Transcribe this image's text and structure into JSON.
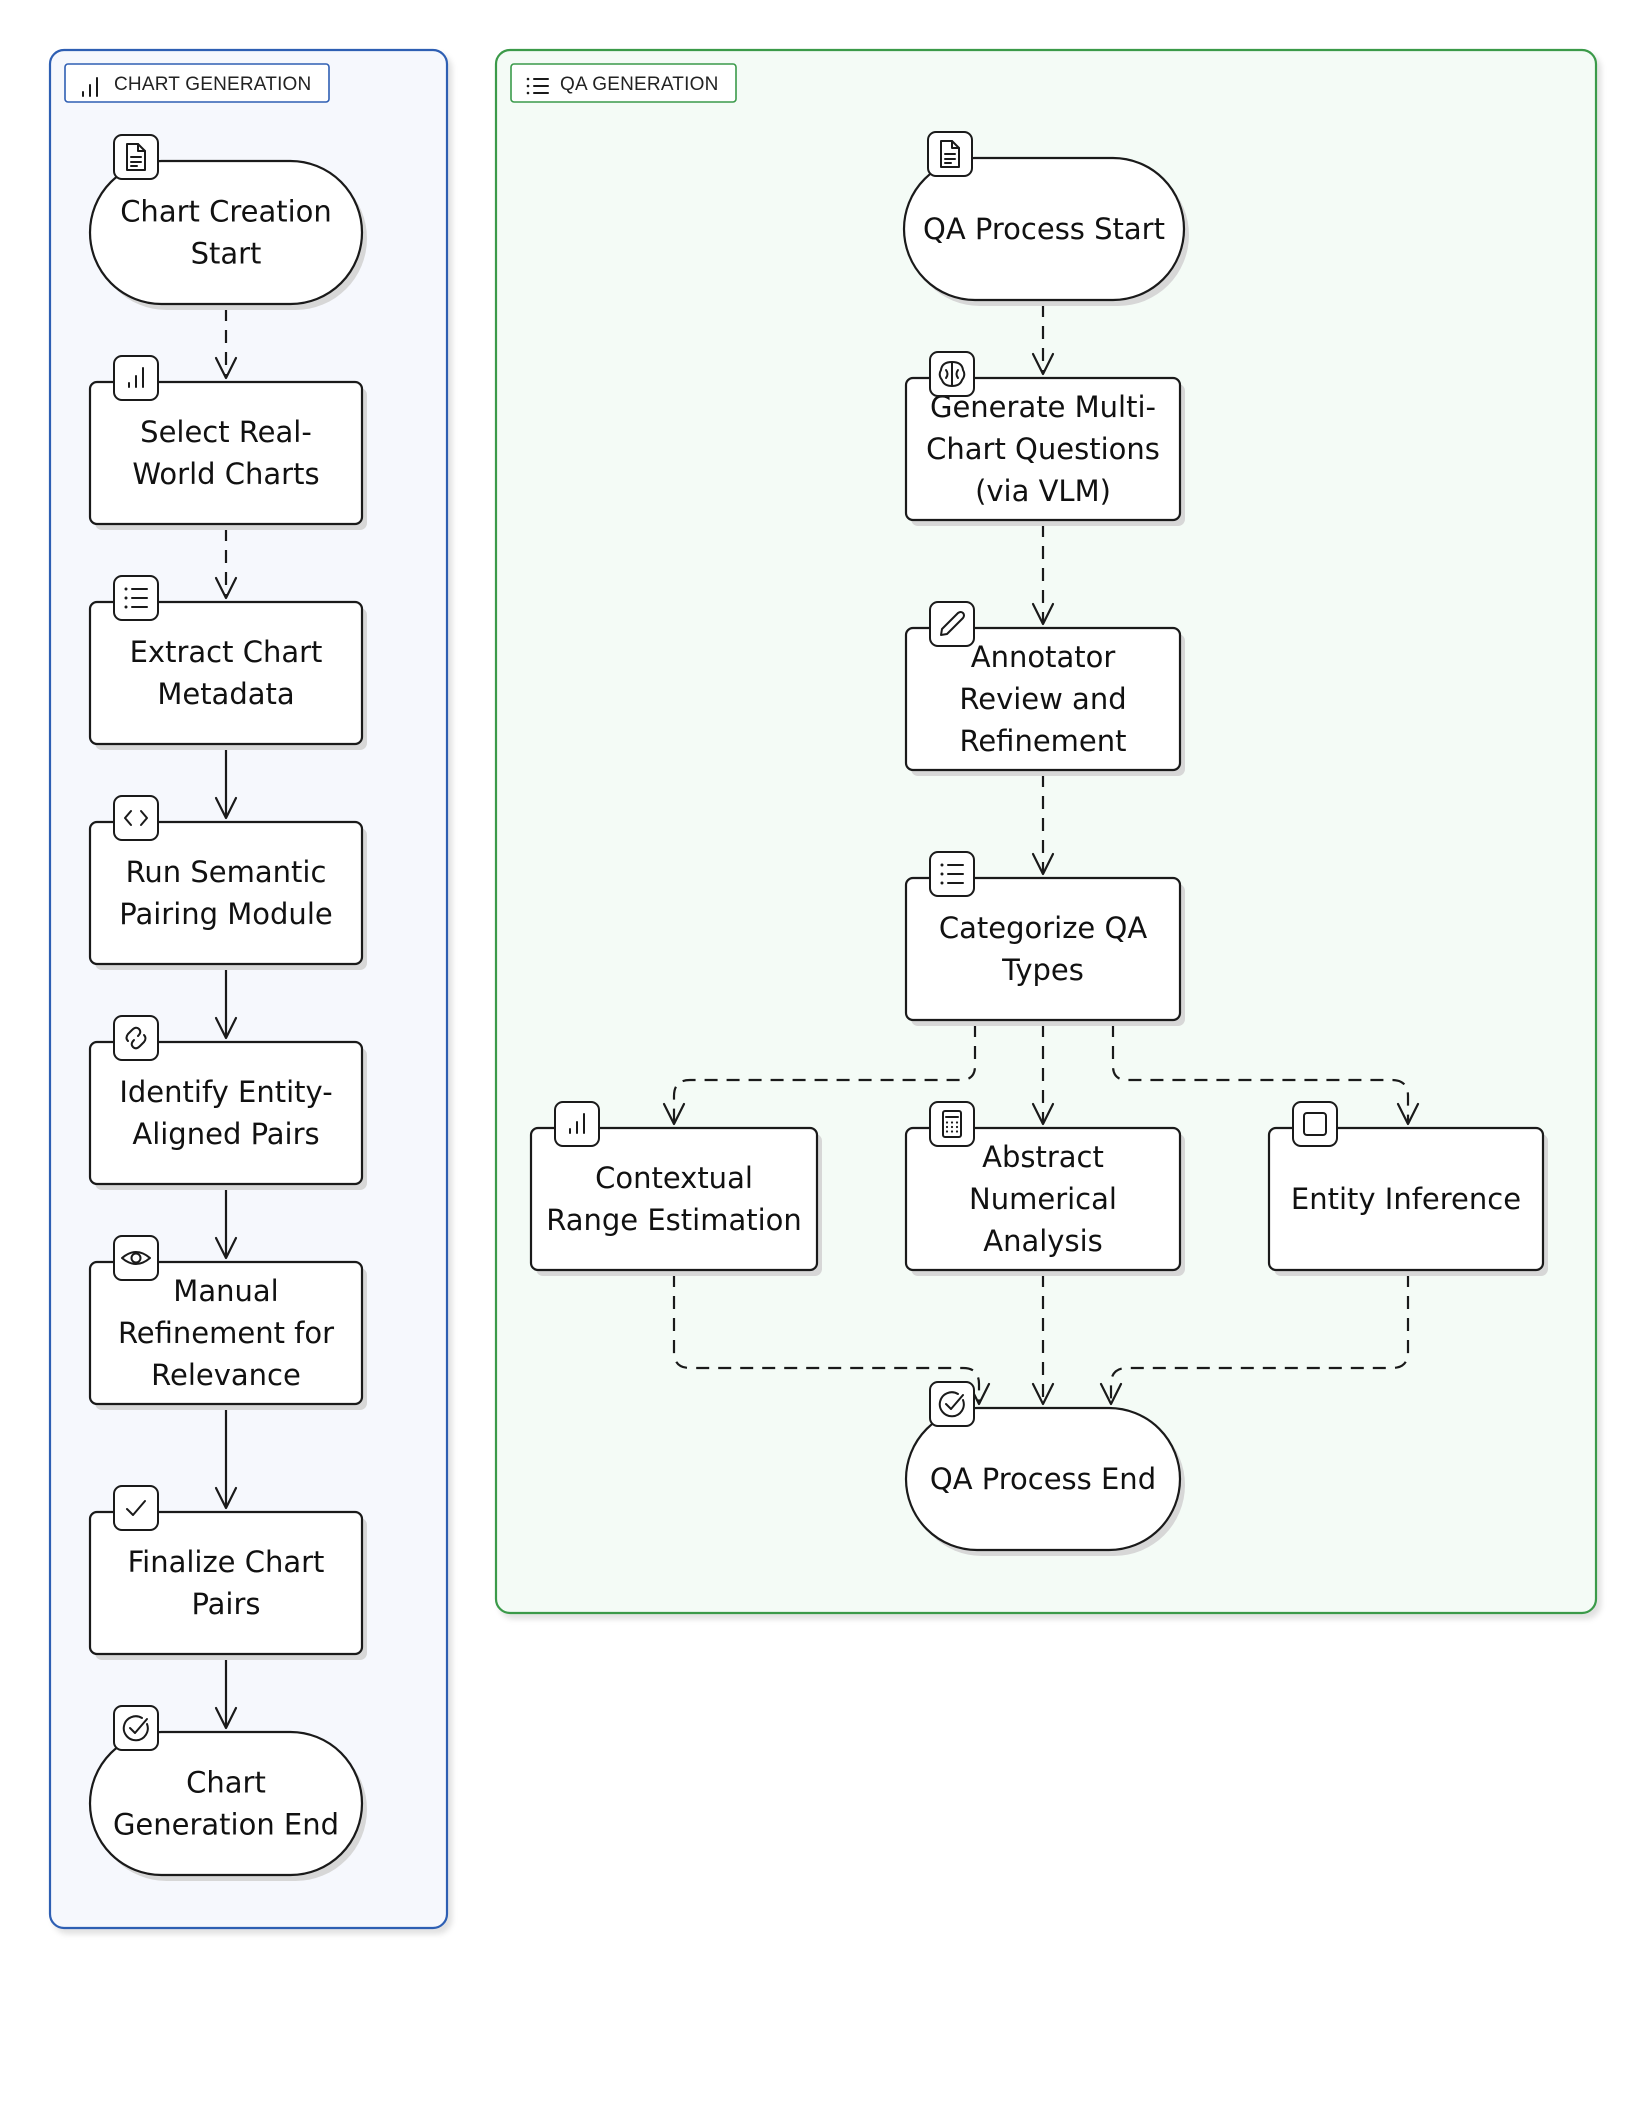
{
  "lanes": {
    "chart_generation": {
      "label": "CHART GENERATION",
      "icon": "bar-chart-icon",
      "border_color": "#2f5fb3",
      "fill_color": "#f6f8fd"
    },
    "qa_generation": {
      "label": "QA GENERATION",
      "icon": "list-icon",
      "border_color": "#3a9a4a",
      "fill_color": "#f4fbf6"
    }
  },
  "nodes": [
    {
      "id": "chart_start",
      "lane": "chart_generation",
      "shape": "stadium",
      "icon": "document-icon",
      "lines": [
        "Chart Creation",
        "Start"
      ]
    },
    {
      "id": "select_charts",
      "lane": "chart_generation",
      "shape": "rect",
      "icon": "bar-chart-icon",
      "lines": [
        "Select Real-",
        "World Charts"
      ]
    },
    {
      "id": "extract_metadata",
      "lane": "chart_generation",
      "shape": "rect",
      "icon": "list-icon",
      "lines": [
        "Extract Chart",
        "Metadata"
      ]
    },
    {
      "id": "semantic_pairing",
      "lane": "chart_generation",
      "shape": "rect",
      "icon": "code-icon",
      "lines": [
        "Run Semantic",
        "Pairing Module"
      ]
    },
    {
      "id": "entity_pairs",
      "lane": "chart_generation",
      "shape": "rect",
      "icon": "link-icon",
      "lines": [
        "Identify Entity-",
        "Aligned Pairs"
      ]
    },
    {
      "id": "manual_refinement",
      "lane": "chart_generation",
      "shape": "rect",
      "icon": "eye-icon",
      "lines": [
        "Manual",
        "Refinement for",
        "Relevance"
      ]
    },
    {
      "id": "finalize_pairs",
      "lane": "chart_generation",
      "shape": "rect",
      "icon": "check-icon",
      "lines": [
        "Finalize Chart",
        "Pairs"
      ]
    },
    {
      "id": "chart_end",
      "lane": "chart_generation",
      "shape": "stadium",
      "icon": "check-circle-icon",
      "lines": [
        "Chart",
        "Generation End"
      ]
    },
    {
      "id": "qa_start",
      "lane": "qa_generation",
      "shape": "stadium",
      "icon": "document-icon",
      "lines": [
        "QA Process Start"
      ]
    },
    {
      "id": "generate_questions",
      "lane": "qa_generation",
      "shape": "rect",
      "icon": "brain-icon",
      "lines": [
        "Generate Multi-",
        "Chart Questions",
        "(via VLM)"
      ]
    },
    {
      "id": "annotator_review",
      "lane": "qa_generation",
      "shape": "rect",
      "icon": "pencil-icon",
      "lines": [
        "Annotator",
        "Review and",
        "Refinement"
      ]
    },
    {
      "id": "categorize_types",
      "lane": "qa_generation",
      "shape": "rect",
      "icon": "list-icon",
      "lines": [
        "Categorize QA",
        "Types"
      ]
    },
    {
      "id": "contextual_range",
      "lane": "qa_generation",
      "shape": "rect",
      "icon": "bar-chart-icon",
      "lines": [
        "Contextual",
        "Range Estimation"
      ]
    },
    {
      "id": "abstract_numerical",
      "lane": "qa_generation",
      "shape": "rect",
      "icon": "calculator-icon",
      "lines": [
        "Abstract",
        "Numerical",
        "Analysis"
      ]
    },
    {
      "id": "entity_inference",
      "lane": "qa_generation",
      "shape": "rect",
      "icon": "square-icon",
      "lines": [
        "Entity Inference"
      ]
    },
    {
      "id": "qa_end",
      "lane": "qa_generation",
      "shape": "stadium",
      "icon": "check-circle-icon",
      "lines": [
        "QA Process End"
      ]
    }
  ],
  "edges": [
    {
      "from": "chart_start",
      "to": "select_charts",
      "style": "dashed"
    },
    {
      "from": "select_charts",
      "to": "extract_metadata",
      "style": "dashed"
    },
    {
      "from": "extract_metadata",
      "to": "semantic_pairing",
      "style": "solid"
    },
    {
      "from": "semantic_pairing",
      "to": "entity_pairs",
      "style": "solid"
    },
    {
      "from": "entity_pairs",
      "to": "manual_refinement",
      "style": "solid"
    },
    {
      "from": "manual_refinement",
      "to": "finalize_pairs",
      "style": "solid"
    },
    {
      "from": "finalize_pairs",
      "to": "chart_end",
      "style": "solid"
    },
    {
      "from": "qa_start",
      "to": "generate_questions",
      "style": "dashed"
    },
    {
      "from": "generate_questions",
      "to": "annotator_review",
      "style": "dashed"
    },
    {
      "from": "annotator_review",
      "to": "categorize_types",
      "style": "dashed"
    },
    {
      "from": "categorize_types",
      "to": "contextual_range",
      "style": "dashed"
    },
    {
      "from": "categorize_types",
      "to": "abstract_numerical",
      "style": "dashed"
    },
    {
      "from": "categorize_types",
      "to": "entity_inference",
      "style": "dashed"
    },
    {
      "from": "contextual_range",
      "to": "qa_end",
      "style": "dashed"
    },
    {
      "from": "abstract_numerical",
      "to": "qa_end",
      "style": "dashed"
    },
    {
      "from": "entity_inference",
      "to": "qa_end",
      "style": "dashed"
    }
  ]
}
